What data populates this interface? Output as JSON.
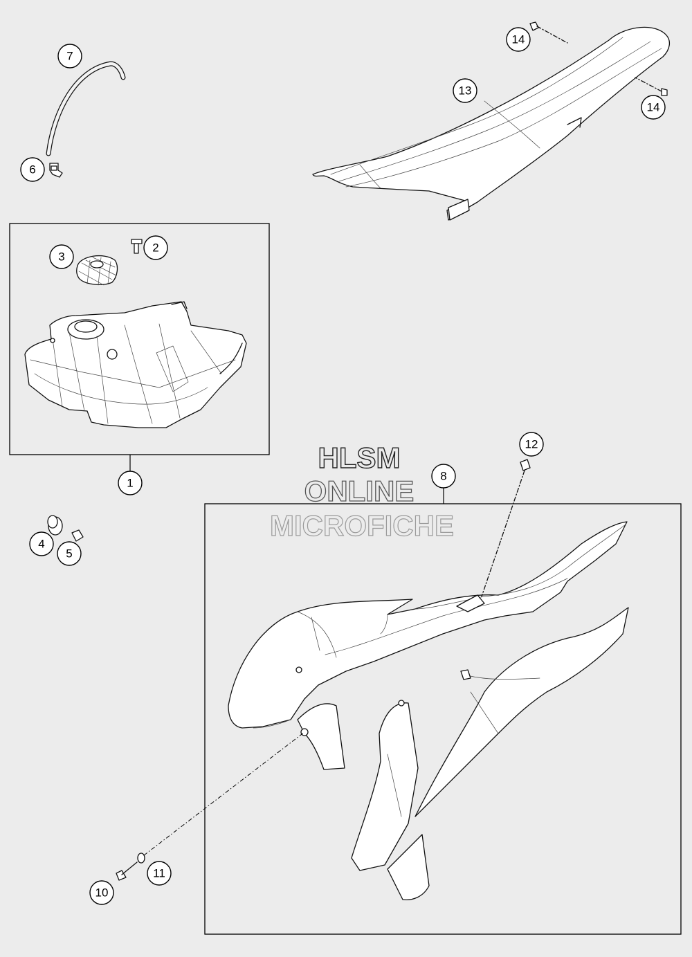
{
  "watermark": {
    "line1": "HLSM",
    "line2": "ONLINE",
    "line3": "MICROFICHE"
  },
  "callouts": [
    {
      "id": "c1",
      "label": "1"
    },
    {
      "id": "c2",
      "label": "2"
    },
    {
      "id": "c3",
      "label": "3"
    },
    {
      "id": "c4",
      "label": "4"
    },
    {
      "id": "c5",
      "label": "5"
    },
    {
      "id": "c6",
      "label": "6"
    },
    {
      "id": "c7",
      "label": "7"
    },
    {
      "id": "c8",
      "label": "8"
    },
    {
      "id": "c10",
      "label": "10"
    },
    {
      "id": "c11",
      "label": "11"
    },
    {
      "id": "c12",
      "label": "12"
    },
    {
      "id": "c13",
      "label": "13"
    },
    {
      "id": "c14a",
      "label": "14"
    },
    {
      "id": "c14b",
      "label": "14"
    }
  ],
  "colors": {
    "background": "#ececec",
    "line": "#111111",
    "watermark_stroke_dark": "#222222",
    "watermark_stroke_light": "#9a9a9a"
  }
}
